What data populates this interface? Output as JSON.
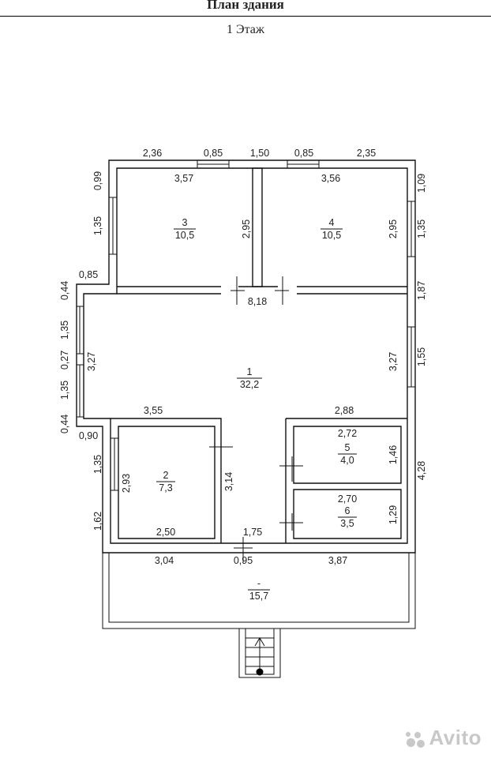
{
  "header": {
    "title": "План здания",
    "subtitle": "1 Этаж"
  },
  "rooms": [
    {
      "id": "r1",
      "number": "1",
      "area": "32,2"
    },
    {
      "id": "r2",
      "number": "2",
      "area": "7,3"
    },
    {
      "id": "r3",
      "number": "3",
      "area": "10,5"
    },
    {
      "id": "r4",
      "number": "4",
      "area": "10,5"
    },
    {
      "id": "r5",
      "number": "5",
      "area": "4,0"
    },
    {
      "id": "r6",
      "number": "6",
      "area": "3,5"
    },
    {
      "id": "terrace",
      "number": "-",
      "area": "15,7"
    }
  ],
  "dimensions": {
    "top_left": "2,36",
    "top_win1": "0,85",
    "top_mid": "1,50",
    "top_win2": "0,85",
    "top_right": "2,35",
    "r3_width": "3,57",
    "r4_width": "3,56",
    "r3_height": "2,95",
    "r4_height": "2,95",
    "left_099": "0,99",
    "left_135a": "1,35",
    "left_085": "0,85",
    "left_044a": "0,44",
    "left_135b": "1,35",
    "left_027": "0,27",
    "left_135c": "1,35",
    "left_044b": "0,44",
    "left_090": "0,90",
    "left_135d": "1,35",
    "left_162": "1,62",
    "right_109": "1,09",
    "right_135": "1,35",
    "right_187": "1,87",
    "right_155": "1,55",
    "right_428": "4,28",
    "hall_width": "8,18",
    "hall_height_left": "3,27",
    "hall_height_right": "3,27",
    "hall_bottom_left": "3,55",
    "hall_bottom_right": "2,88",
    "r2_height": "2,93",
    "r2_width": "2,50",
    "corridor_height": "3,14",
    "corridor_width": "1,75",
    "r5_width": "2,72",
    "r5_height": "1,46",
    "r6_width": "2,70",
    "r6_height": "1,29",
    "bottom_left": "3,04",
    "bottom_door": "0,95",
    "bottom_right": "3,87"
  },
  "watermark": "Avito"
}
